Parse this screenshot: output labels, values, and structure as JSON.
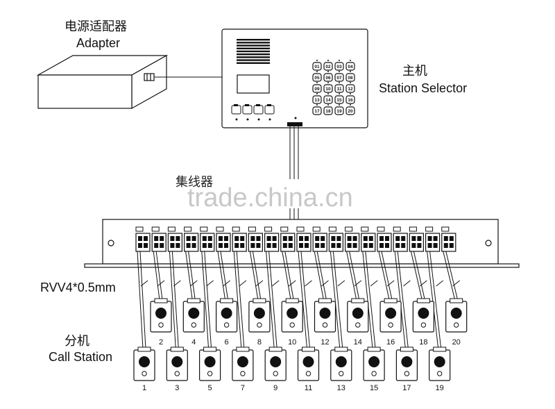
{
  "adapter": {
    "label_cn": "电源适配器",
    "label_en": "Adapter"
  },
  "selector": {
    "label_cn": "主机",
    "label_en": "Station Selector",
    "keypad": [
      "01",
      "02",
      "03",
      "04",
      "05",
      "06",
      "07",
      "08",
      "09",
      "10",
      "11",
      "12",
      "13",
      "14",
      "15",
      "16",
      "17",
      "18",
      "19",
      "20"
    ]
  },
  "concentrator": {
    "label_cn": "集线器"
  },
  "cable": {
    "label": "RVV4*0.5mm"
  },
  "stations": {
    "label_cn": "分机",
    "label_en": "Call Station",
    "top_row": [
      "2",
      "4",
      "6",
      "8",
      "10",
      "12",
      "14",
      "16",
      "18",
      "20"
    ],
    "bottom_row": [
      "1",
      "3",
      "5",
      "7",
      "9",
      "11",
      "13",
      "15",
      "17",
      "19"
    ]
  },
  "watermark": {
    "text": "trade.china.cn"
  },
  "colors": {
    "line": "#111111",
    "watermark": "#c8c8c8"
  }
}
